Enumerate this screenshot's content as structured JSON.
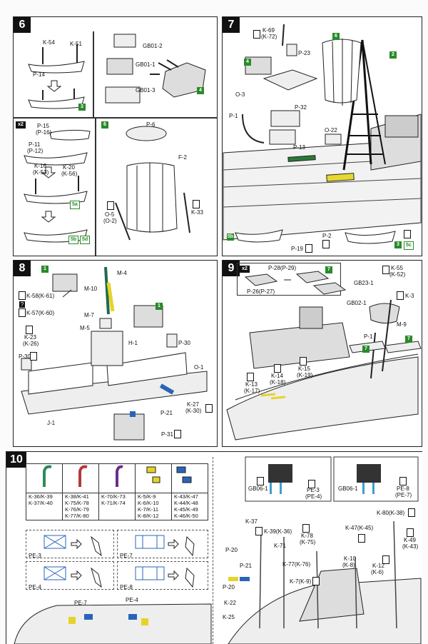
{
  "step6": {
    "number": "6",
    "labels": {
      "k54": "K-54",
      "k51": "K-51",
      "p14": "P-14",
      "gb01_2": "GB01-2",
      "gb01_1": "GB01-1",
      "gb01_3": "GB01-3",
      "p15": "P-15",
      "p16": "(P-16)",
      "p11": "P-11",
      "p12": "(P-12)",
      "k16": "K-16",
      "k53": "(K-53)",
      "k20": "K-20",
      "k56": "(K-56)",
      "p6": "P-6",
      "f2": "F-2",
      "o5": "O-5",
      "o2": "(O-2)",
      "k33": "K-33"
    },
    "badges": {
      "b3": "3",
      "b4": "4",
      "b6": "6",
      "b5a": "5a",
      "b5b": "5b",
      "b5d": "5d",
      "x2": "x2"
    }
  },
  "step7": {
    "number": "7",
    "labels": {
      "k69": "K-69",
      "k72": "(K-72)",
      "p23": "P-23",
      "o3": "O-3",
      "p32": "P-32",
      "p1": "P-1",
      "p13": "P-13",
      "o22": "O-22",
      "p19": "P-19",
      "p2": "P-2"
    },
    "badges": {
      "b6": "6",
      "b2": "2",
      "b4": "4",
      "b5b": "5b",
      "b3": "3",
      "b5c": "5c"
    }
  },
  "step8": {
    "number": "8",
    "labels": {
      "m4": "M-4",
      "m10": "M-10",
      "k58": "K-58(K-61)",
      "k57": "K-57(K-60)",
      "k23": "K-23",
      "k26": "(K-26)",
      "m7": "M-7",
      "m5": "M-5",
      "h1": "H-1",
      "p30a": "P-30",
      "p30b": "P-30",
      "o1": "O-1",
      "k27": "K-27",
      "k30": "(K-30)",
      "p21": "P-21",
      "j1": "J-1",
      "p31": "P-31"
    },
    "badges": {
      "b1a": "1",
      "b1b": "1"
    }
  },
  "step9": {
    "number": "9",
    "labels": {
      "p28": "P-28(P-29)",
      "p26": "P-26(P-27)",
      "k55": "K-55",
      "k52": "(K-52)",
      "gb23": "GB23-1",
      "k3": "K-3",
      "gb02": "GB02-1",
      "m9": "M-9",
      "p1": "P-1",
      "k14": "K-14",
      "k18": "(K-18)",
      "k15": "K-15",
      "k19": "(K-19)",
      "k13": "K-13",
      "k17": "(K-17)"
    },
    "badges": {
      "b7a": "7",
      "b7b": "7",
      "b7c": "7",
      "x2": "x2"
    }
  },
  "step10": {
    "number": "10",
    "legend": [
      {
        "text": "K-36/K-39\nK-37/K-40",
        "color": "#2f8a5a"
      },
      {
        "text": "K-38/K-41\nK-75/K-78\nK-76/K-79\nK-77/K-80",
        "color": "#b23a3a"
      },
      {
        "text": "K-70/K-73\nK-71/K-74",
        "color": "#6b2d8a"
      },
      {
        "text": "K-5/K-9\nK-6/K-10\nK-7/K-11\nK-8/K-12",
        "color": "#e6d32a"
      },
      {
        "text": "K-43/K-47\nK-44/K-48\nK-45/K-49\nK-46/K-50",
        "color": "#2a64b8"
      }
    ],
    "pe": {
      "pe3": "PE-3",
      "pe4": "PE-4",
      "pe7": "PE-7",
      "pe8": "PE-8",
      "pe7b": "PE-7",
      "pe4b": "PE-4"
    },
    "labels": {
      "gb06a": "GB06-1",
      "pe3r": "PE-3",
      "pe4r": "(PE-4)",
      "gb06b": "GB06-1",
      "pe8r": "PE-8",
      "pe7r": "(PE-7)",
      "k37": "K-37",
      "k39": "K-39(K-36)",
      "k78": "K-78",
      "k75": "(K-75)",
      "k47": "K-47(K-45)",
      "k80": "K-80(K-38)",
      "k49": "K-49",
      "k43": "(K-43)",
      "p20a": "P-20",
      "k71": "K-71",
      "k77": "K-77(K-76)",
      "k10": "K-10",
      "k8": "(K-8)",
      "p21": "P-21",
      "k7": "K-7(K-9)",
      "k12": "K-12",
      "k6": "(K-6)",
      "p20b": "P-20",
      "k22": "K-22",
      "k25": "K-25"
    }
  }
}
